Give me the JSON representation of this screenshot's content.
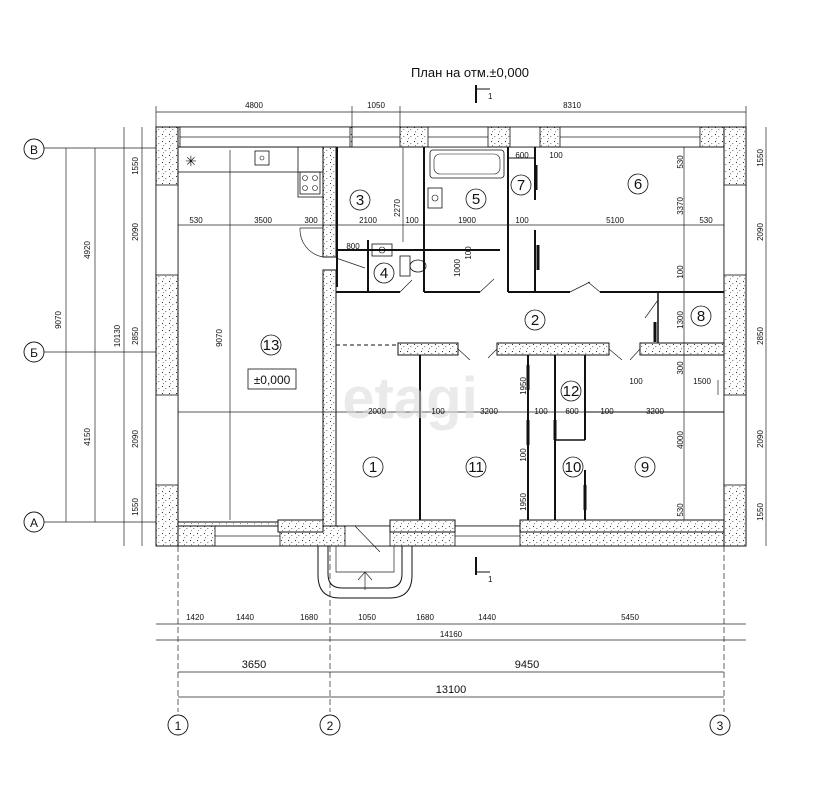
{
  "title": "План на отм.±0,000",
  "section_mark": "1",
  "level_mark": "±0,000",
  "watermark": "etagi",
  "rooms": [
    "1",
    "2",
    "3",
    "4",
    "5",
    "6",
    "7",
    "8",
    "9",
    "10",
    "11",
    "12",
    "13"
  ],
  "axes": {
    "vertical": [
      "1",
      "2",
      "3"
    ],
    "horizontal": [
      "В",
      "Б",
      "А"
    ]
  },
  "dims": {
    "top": [
      "4800",
      "1050",
      "8310"
    ],
    "bottom_row1": [
      "1420",
      "1440",
      "1680",
      "1050",
      "1680",
      "1440",
      "5450"
    ],
    "bottom_total1": "14160",
    "bottom_row2": [
      "3650",
      "9450"
    ],
    "bottom_total2": "13100",
    "left_outer": [
      "9070",
      "4920",
      "4150"
    ],
    "left_total": "10130",
    "left_segments": [
      "1550",
      "2090",
      "2850",
      "2090",
      "1550"
    ],
    "right_segments": [
      "1550",
      "2090",
      "2850",
      "2090",
      "1550"
    ],
    "interior": [
      "530",
      "3500",
      "300",
      "2100",
      "100",
      "1900",
      "100",
      "5100",
      "530",
      "2270",
      "800",
      "1000",
      "100",
      "600",
      "100",
      "530",
      "3370",
      "100",
      "1300",
      "300",
      "100",
      "1500",
      "2000",
      "100",
      "3200",
      "100",
      "600",
      "3200",
      "9070",
      "1950",
      "100",
      "1950",
      "4000",
      "530",
      "100"
    ]
  },
  "colors": {
    "ink": "#111111",
    "wall_fill": "#ffffff",
    "watermark": "#d9d9d9"
  },
  "icons": [
    "stove-icon",
    "sink-icon",
    "bathtub-icon",
    "toilet-icon",
    "fan-icon"
  ]
}
